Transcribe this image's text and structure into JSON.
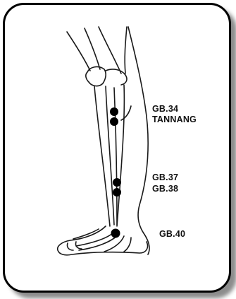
{
  "labels": {
    "gb34": "GB.34",
    "tannang": "TANNANG",
    "gb37": "GB.37",
    "gb38": "GB.38",
    "gb40": "GB.40"
  },
  "colors": {
    "ink": "#111111",
    "point": "#000000",
    "frame": "#000000"
  }
}
